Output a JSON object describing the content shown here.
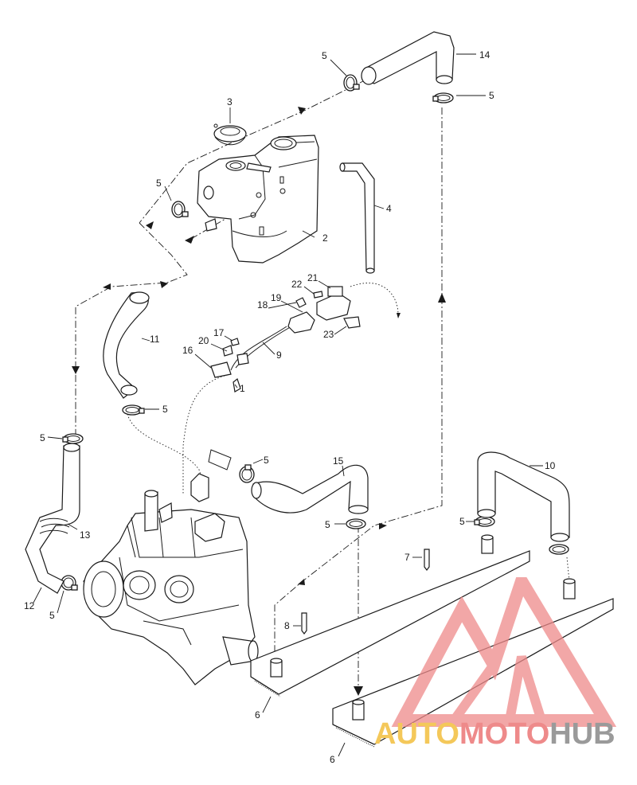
{
  "diagram": {
    "callouts": [
      {
        "id": "c1",
        "text": "1"
      },
      {
        "id": "c2",
        "text": "2"
      },
      {
        "id": "c3",
        "text": "3"
      },
      {
        "id": "c4",
        "text": "4"
      },
      {
        "id": "c5a",
        "text": "5"
      },
      {
        "id": "c5b",
        "text": "5"
      },
      {
        "id": "c5c",
        "text": "5"
      },
      {
        "id": "c5d",
        "text": "5"
      },
      {
        "id": "c5e",
        "text": "5"
      },
      {
        "id": "c5f",
        "text": "5"
      },
      {
        "id": "c5g",
        "text": "5"
      },
      {
        "id": "c5h",
        "text": "5"
      },
      {
        "id": "c5i",
        "text": "5"
      },
      {
        "id": "c6a",
        "text": "6"
      },
      {
        "id": "c6b",
        "text": "6"
      },
      {
        "id": "c7",
        "text": "7"
      },
      {
        "id": "c8",
        "text": "8"
      },
      {
        "id": "c9",
        "text": "9"
      },
      {
        "id": "c10",
        "text": "10"
      },
      {
        "id": "c11",
        "text": "11"
      },
      {
        "id": "c12",
        "text": "12"
      },
      {
        "id": "c13",
        "text": "13"
      },
      {
        "id": "c14",
        "text": "14"
      },
      {
        "id": "c15",
        "text": "15"
      },
      {
        "id": "c16",
        "text": "16"
      },
      {
        "id": "c17",
        "text": "17"
      },
      {
        "id": "c18",
        "text": "18"
      },
      {
        "id": "c19",
        "text": "19"
      },
      {
        "id": "c20",
        "text": "20"
      },
      {
        "id": "c21",
        "text": "21"
      },
      {
        "id": "c22",
        "text": "22"
      },
      {
        "id": "c23",
        "text": "23"
      }
    ]
  },
  "watermark": {
    "part1": "AUTO",
    "part2": "MOTO",
    "part3": "HUB",
    "colors": {
      "auto": "#f4c85a",
      "moto": "#ee8a8a",
      "hub": "#9a9a9a",
      "triangle": "#ee8a8a"
    }
  }
}
